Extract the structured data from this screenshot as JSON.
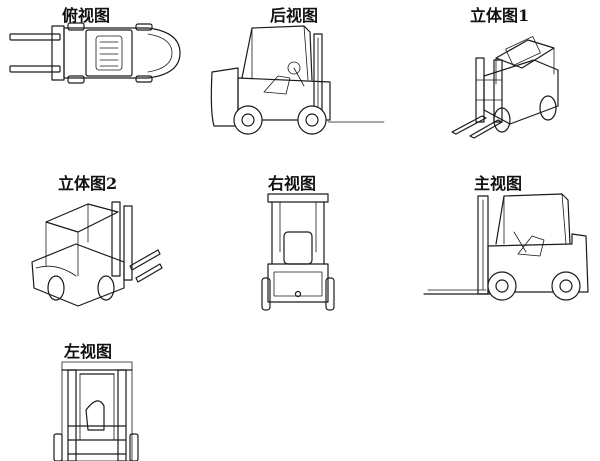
{
  "views": [
    {
      "id": "top",
      "label": "俯视图"
    },
    {
      "id": "rear",
      "label": "后视图"
    },
    {
      "id": "iso1",
      "label": "立体图1"
    },
    {
      "id": "iso2",
      "label": "立体图2"
    },
    {
      "id": "right",
      "label": "右视图"
    },
    {
      "id": "front",
      "label": "主视图"
    },
    {
      "id": "left",
      "label": "左视图"
    }
  ]
}
